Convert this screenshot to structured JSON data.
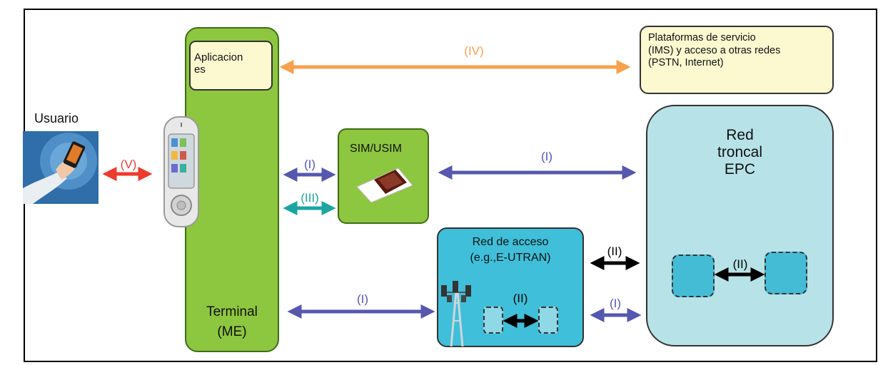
{
  "user": {
    "label": "Usuario"
  },
  "terminal": {
    "label_line1": "Terminal",
    "label_line2": "(ME)"
  },
  "apps": {
    "label_line1": "Aplicacion",
    "label_line2": "es"
  },
  "service_platforms": {
    "line1": "Plataformas de servicio",
    "line2": "(IMS) y acceso a otras redes",
    "line3": "(PSTN, Internet)"
  },
  "sim": {
    "label": "SIM/USIM"
  },
  "epc": {
    "line1": "Red",
    "line2": "troncal",
    "line3": "EPC"
  },
  "access_network": {
    "line1": "Red de acceso",
    "line2": "(e.g.,E-UTRAN)"
  },
  "interfaces": {
    "iv": "(IV)",
    "v": "(V)",
    "i_sim": "(I)",
    "iii_sim": "(III)",
    "i_sim_epc": "(I)",
    "ii_access_epc": "(II)",
    "ii_epc_inner": "(II)",
    "i_term_access": "(I)",
    "ii_access_inner": "(II)",
    "i_access_epc": "(I)"
  },
  "colors": {
    "green": "#8dc63f",
    "cream": "#fcf8d0",
    "epc_bg": "#b7e2e8",
    "access_bg": "#3fbfd9",
    "node": "#45bcd6",
    "orange": "#f7a04d",
    "blue": "#5558ae",
    "red": "#ee3b2c",
    "teal": "#1aa5a0",
    "black": "#000000"
  }
}
